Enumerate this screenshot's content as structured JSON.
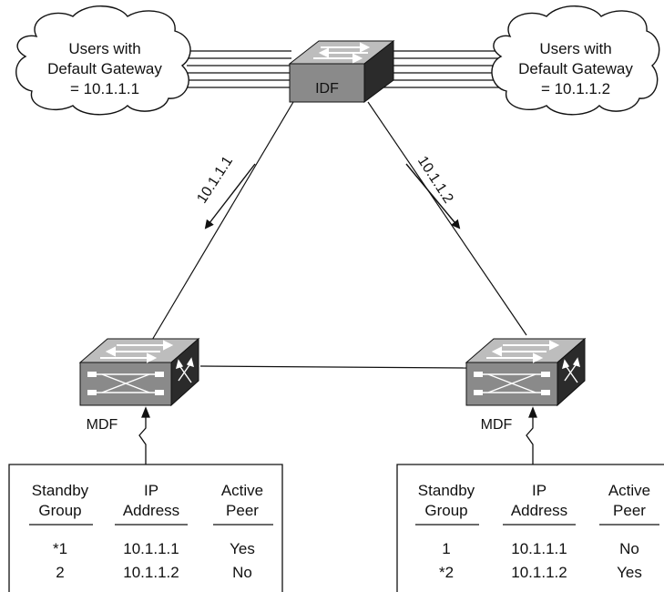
{
  "clouds": {
    "left": {
      "line1": "Users with",
      "line2": "Default Gateway",
      "line3": "= 10.1.1.1"
    },
    "right": {
      "line1": "Users with",
      "line2": "Default Gateway",
      "line3": "= 10.1.1.2"
    }
  },
  "switches": {
    "idf": {
      "label": "IDF"
    },
    "left": {
      "label": "MDF"
    },
    "right": {
      "label": "MDF"
    }
  },
  "links": {
    "left": {
      "label": "10.1.1.1"
    },
    "right": {
      "label": "10.1.1.2"
    }
  },
  "tables": {
    "left": {
      "headers": [
        {
          "line1": "Standby",
          "line2": "Group"
        },
        {
          "line1": "IP",
          "line2": "Address"
        },
        {
          "line1": "Active",
          "line2": "Peer"
        }
      ],
      "rows": [
        [
          "*1",
          "10.1.1.1",
          "Yes"
        ],
        [
          "2",
          "10.1.1.2",
          "No"
        ]
      ]
    },
    "right": {
      "headers": [
        {
          "line1": "Standby",
          "line2": "Group"
        },
        {
          "line1": "IP",
          "line2": "Address"
        },
        {
          "line1": "Active",
          "line2": "Peer"
        }
      ],
      "rows": [
        [
          "1",
          "10.1.1.1",
          "No"
        ],
        [
          "*2",
          "10.1.1.2",
          "Yes"
        ]
      ]
    }
  },
  "colors": {
    "switch_top": "#bdbdbd",
    "switch_front": "#8a8a8a",
    "switch_side": "#2b2b2b",
    "line": "#111111"
  }
}
